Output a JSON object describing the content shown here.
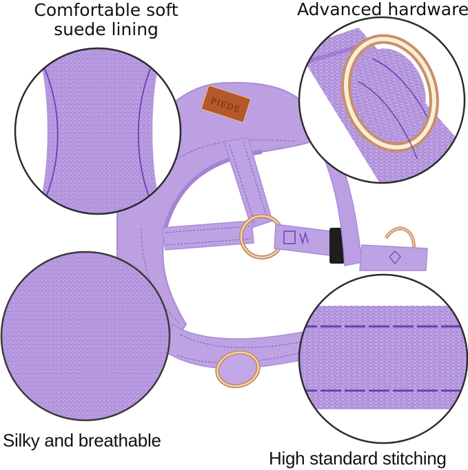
{
  "product": {
    "type": "dog harness",
    "color_name": "lavender purple",
    "tag_text": "PIEDE"
  },
  "callouts": {
    "top_left": {
      "line1": "Comfortable soft",
      "line2": "suede lining"
    },
    "top_right": {
      "label": "Advanced hardware"
    },
    "bottom_left": {
      "label": "Silky and breathable"
    },
    "bottom_right": {
      "label": "High standard stitching"
    }
  },
  "colors": {
    "background": "#ffffff",
    "suede": "#b89ae0",
    "suede_light": "#c8b0ea",
    "suede_dark": "#9f7fd1",
    "stitch": "#6a3fb0",
    "hardware_gold": "#d9a77a",
    "hardware_highlight": "#f6e6c8",
    "tag_leather": "#b5582a",
    "circle_border": "#2b2b2b",
    "text": "#111111"
  }
}
